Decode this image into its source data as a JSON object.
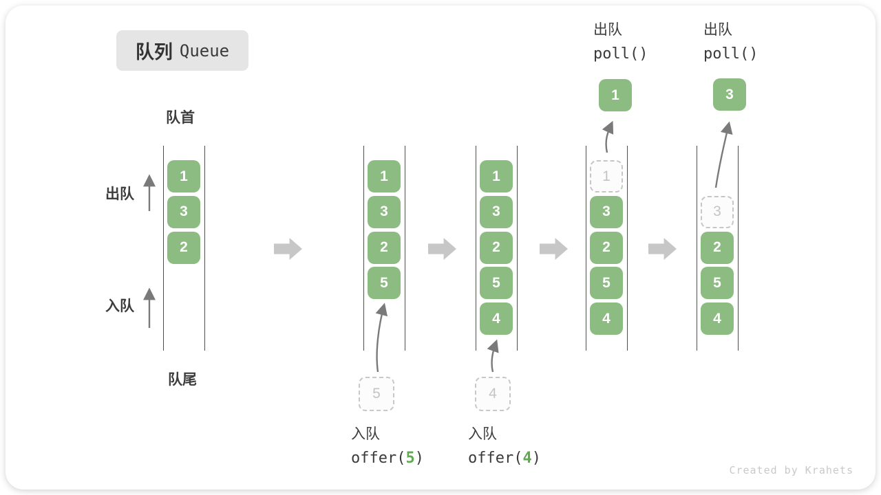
{
  "title": {
    "zh": "队列",
    "en": "Queue"
  },
  "side_labels": {
    "front": "队首",
    "rear": "队尾",
    "dequeue": "出队",
    "enqueue": "入队"
  },
  "watermark": "Created by Krahets",
  "colors": {
    "cell_green": "#8CBC82",
    "code_number_green": "#61A853",
    "block_arrow_gray": "#C7C7C7",
    "thin_arrow_gray": "#7A7A7A",
    "dashed_gray": "#C6C6C6",
    "label_text": "#3D3D3D",
    "title_badge_bg": "#E5E5E5",
    "wall_line": "#4D4D4D"
  },
  "queues": [
    {
      "cells": [
        {
          "value": "1",
          "slot": 0,
          "style": "solid"
        },
        {
          "value": "3",
          "slot": 1,
          "style": "solid"
        },
        {
          "value": "2",
          "slot": 2,
          "style": "solid"
        }
      ]
    },
    {
      "cells": [
        {
          "value": "1",
          "slot": 0,
          "style": "solid"
        },
        {
          "value": "3",
          "slot": 1,
          "style": "solid"
        },
        {
          "value": "2",
          "slot": 2,
          "style": "solid"
        },
        {
          "value": "5",
          "slot": 3,
          "style": "solid"
        }
      ],
      "pending": {
        "value": "5"
      },
      "op": {
        "label": "入队",
        "code_pre": "offer(",
        "code_num": "5",
        "code_post": ")"
      }
    },
    {
      "cells": [
        {
          "value": "1",
          "slot": 0,
          "style": "solid"
        },
        {
          "value": "3",
          "slot": 1,
          "style": "solid"
        },
        {
          "value": "2",
          "slot": 2,
          "style": "solid"
        },
        {
          "value": "5",
          "slot": 3,
          "style": "solid"
        },
        {
          "value": "4",
          "slot": 4,
          "style": "solid"
        }
      ],
      "pending": {
        "value": "4"
      },
      "op": {
        "label": "入队",
        "code_pre": "offer(",
        "code_num": "4",
        "code_post": ")"
      }
    },
    {
      "cells": [
        {
          "value": "1",
          "slot": 0,
          "style": "dashed"
        },
        {
          "value": "3",
          "slot": 1,
          "style": "solid"
        },
        {
          "value": "2",
          "slot": 2,
          "style": "solid"
        },
        {
          "value": "5",
          "slot": 3,
          "style": "solid"
        },
        {
          "value": "4",
          "slot": 4,
          "style": "solid"
        }
      ],
      "popped": {
        "value": "1"
      },
      "op": {
        "label": "出队",
        "code_pre": "poll()",
        "code_num": "",
        "code_post": ""
      }
    },
    {
      "cells": [
        {
          "value": "3",
          "slot": 1,
          "style": "dashed"
        },
        {
          "value": "2",
          "slot": 2,
          "style": "solid"
        },
        {
          "value": "5",
          "slot": 3,
          "style": "solid"
        },
        {
          "value": "4",
          "slot": 4,
          "style": "solid"
        }
      ],
      "popped": {
        "value": "3"
      },
      "op": {
        "label": "出队",
        "code_pre": "poll()",
        "code_num": "",
        "code_post": ""
      }
    }
  ]
}
